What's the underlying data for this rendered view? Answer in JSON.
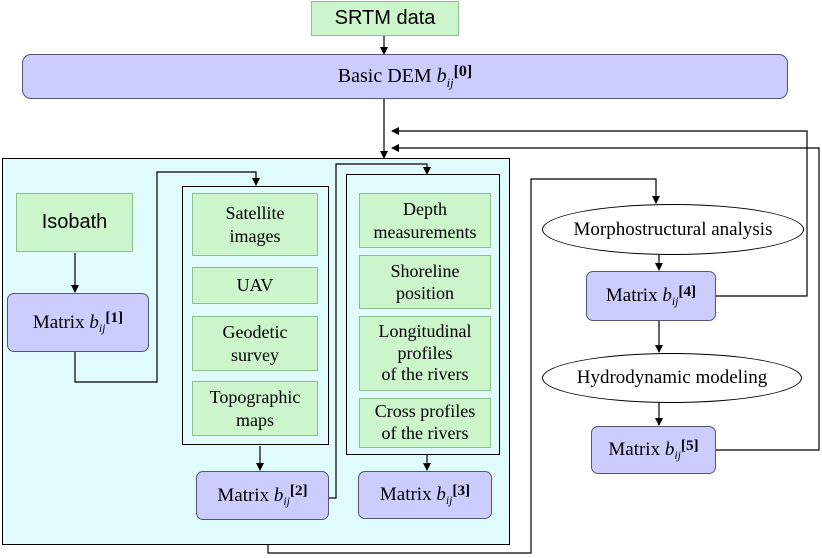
{
  "top": {
    "srtm": "SRTM data"
  },
  "basic_dem": {
    "prefix": "Basic DEM ",
    "var": "b",
    "sub": "ij",
    "index": "[0]"
  },
  "left_panel": {
    "isobath": "Isobath"
  },
  "sources_a": {
    "satellite": [
      "Satellite",
      "images"
    ],
    "uav": "UAV",
    "geodetic": [
      "Geodetic",
      "survey"
    ],
    "topographic": [
      "Topographic",
      "maps"
    ]
  },
  "sources_b": {
    "depth": [
      "Depth",
      "measurements"
    ],
    "shoreline": [
      "Shoreline",
      "position"
    ],
    "longitudinal": [
      "Longitudinal",
      "profiles",
      "of the rivers"
    ],
    "cross": [
      "Cross profiles",
      "of the rivers"
    ]
  },
  "analysis": {
    "morpho": "Morphostructural analysis",
    "hydro": "Hydrodynamic modeling"
  },
  "matrices": {
    "prefix": "Matrix ",
    "var": "b",
    "sub": "ij",
    "m1": "[1]",
    "m2": "[2]",
    "m3": "[3]",
    "m4": "[4]",
    "m5": "[5]"
  },
  "colors": {
    "green_box": "#ccf5cc",
    "violet_box": "#ccccff",
    "cyan_panel": "#e0fbfb"
  }
}
